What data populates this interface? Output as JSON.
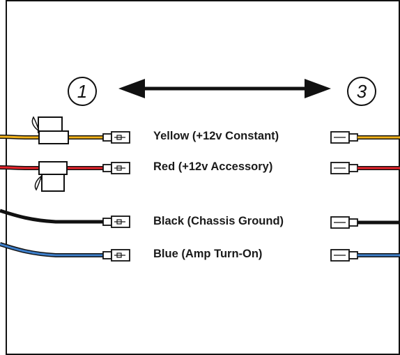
{
  "steps": {
    "left": "1",
    "right": "3"
  },
  "wires": [
    {
      "label": "Yellow (+12v Constant)",
      "color": "#f2b21b",
      "fuse": true
    },
    {
      "label": "Red (+12v Accessory)",
      "color": "#e5232a",
      "fuse": true
    },
    {
      "label": "Black (Chassis Ground)",
      "color": "#111111",
      "fuse": false
    },
    {
      "label": "Blue (Amp Turn-On)",
      "color": "#3d7ec9",
      "fuse": false
    }
  ]
}
